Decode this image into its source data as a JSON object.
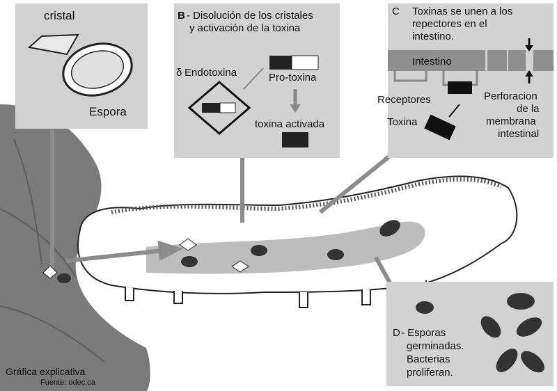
{
  "panel_a": {
    "cristal": "cristal",
    "espora": "Espora"
  },
  "panel_b": {
    "letter": "B",
    "title_line1": "- Disolución de los cristales",
    "title_line2": "y activación de la toxina",
    "delta": "δ",
    "endotoxina": "Endotoxina",
    "protoxina": "Pro-toxina",
    "toxina_activada": "toxina activada"
  },
  "panel_c": {
    "letter": "C",
    "title_line1": "Toxinas se unen a los",
    "title_line2": "repectores en el",
    "title_line3": "intestino.",
    "intestino": "Intestino",
    "receptores": "Receptores",
    "toxina": "Toxina",
    "perforacion_line1": "Perforacion",
    "perforacion_line2": "de la",
    "perforacion_line3": "membrana",
    "perforacion_line4": "intestinal"
  },
  "panel_d": {
    "letter": "D",
    "line1": "- Esporas",
    "line2": "germinadas.",
    "line3": "Bacterias",
    "line4": "proliferan."
  },
  "caption": {
    "title": "Gráfica explicativa",
    "source": "Fuente: odec.ca"
  },
  "colors": {
    "panel": "#d2d2d2",
    "leaf": "#7a7a7a",
    "arrow": "#8c8c8c",
    "dark": "#222222"
  }
}
